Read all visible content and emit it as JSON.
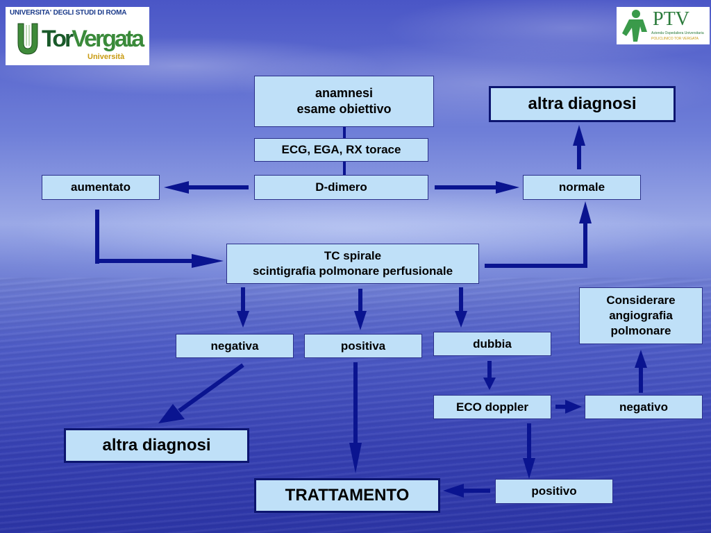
{
  "logo_left": {
    "top_text": "UNIVERSITA' DEGLI STUDI DI ROMA",
    "name_a": "Tor",
    "name_b": "Vergata",
    "sub": "Università"
  },
  "logo_right": {
    "name": "PTV",
    "line1": "Azienda Ospedaliera Universitaria",
    "line2": "POLICLINICO TOR VERGATA"
  },
  "nodes": {
    "anamnesi_l1": "anamnesi",
    "anamnesi_l2": "esame obiettivo",
    "ecg": "ECG, EGA, RX torace",
    "ddimero": "D-dimero",
    "aumentato": "aumentato",
    "normale": "normale",
    "altra_diagnosi_top": "altra diagnosi",
    "tc_l1": "TC spirale",
    "tc_l2": "scintigrafia polmonare perfusionale",
    "negativa": "negativa",
    "positiva": "positiva",
    "dubbia": "dubbia",
    "angio_l1": "Considerare",
    "angio_l2": "angiografia",
    "angio_l3": "polmonare",
    "eco": "ECO doppler",
    "negativo": "negativo",
    "altra_diagnosi_bottom": "altra diagnosi",
    "trattamento": "TRATTAMENTO",
    "positivo": "positivo"
  },
  "colors": {
    "box_fill": "#bfe0f8",
    "arrow": "#0a1490",
    "box_border": "#2a2f8a"
  }
}
